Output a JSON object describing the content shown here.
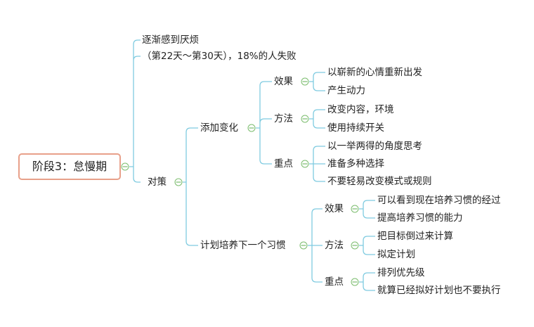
{
  "mindmap": {
    "root": "阶段3：怠慢期",
    "symptom_1": "逐渐感到厌烦",
    "symptom_2": "（第22天～第30天），18%的人失败",
    "strategy": "对策",
    "branch_a": {
      "label": "添加变化",
      "effect": {
        "label": "效果",
        "items": [
          "以崭新的心情重新出发",
          "产生动力"
        ]
      },
      "method": {
        "label": "方法",
        "items": [
          "改变内容，环境",
          "使用持续开关"
        ]
      },
      "key": {
        "label": "重点",
        "items": [
          "以一举两得的角度思考",
          "准备多种选择",
          "不要轻易改变模式或规则"
        ]
      }
    },
    "branch_b": {
      "label": "计划培养下一个习惯",
      "effect": {
        "label": "效果",
        "items": [
          "可以看到现在培养习惯的经过",
          "提高培养习惯的能力"
        ]
      },
      "method": {
        "label": "方法",
        "items": [
          "把目标倒过来计算",
          "拟定计划"
        ]
      },
      "key": {
        "label": "重点",
        "items": [
          "排列优先级",
          "就算已经拟好计划也不要执行"
        ]
      }
    }
  },
  "colors": {
    "line": "#7fcbe0",
    "root_border": "#e8a08a",
    "toggle": "#7cbd6e"
  },
  "icons": {
    "toggle": "collapse-toggle-icon"
  }
}
